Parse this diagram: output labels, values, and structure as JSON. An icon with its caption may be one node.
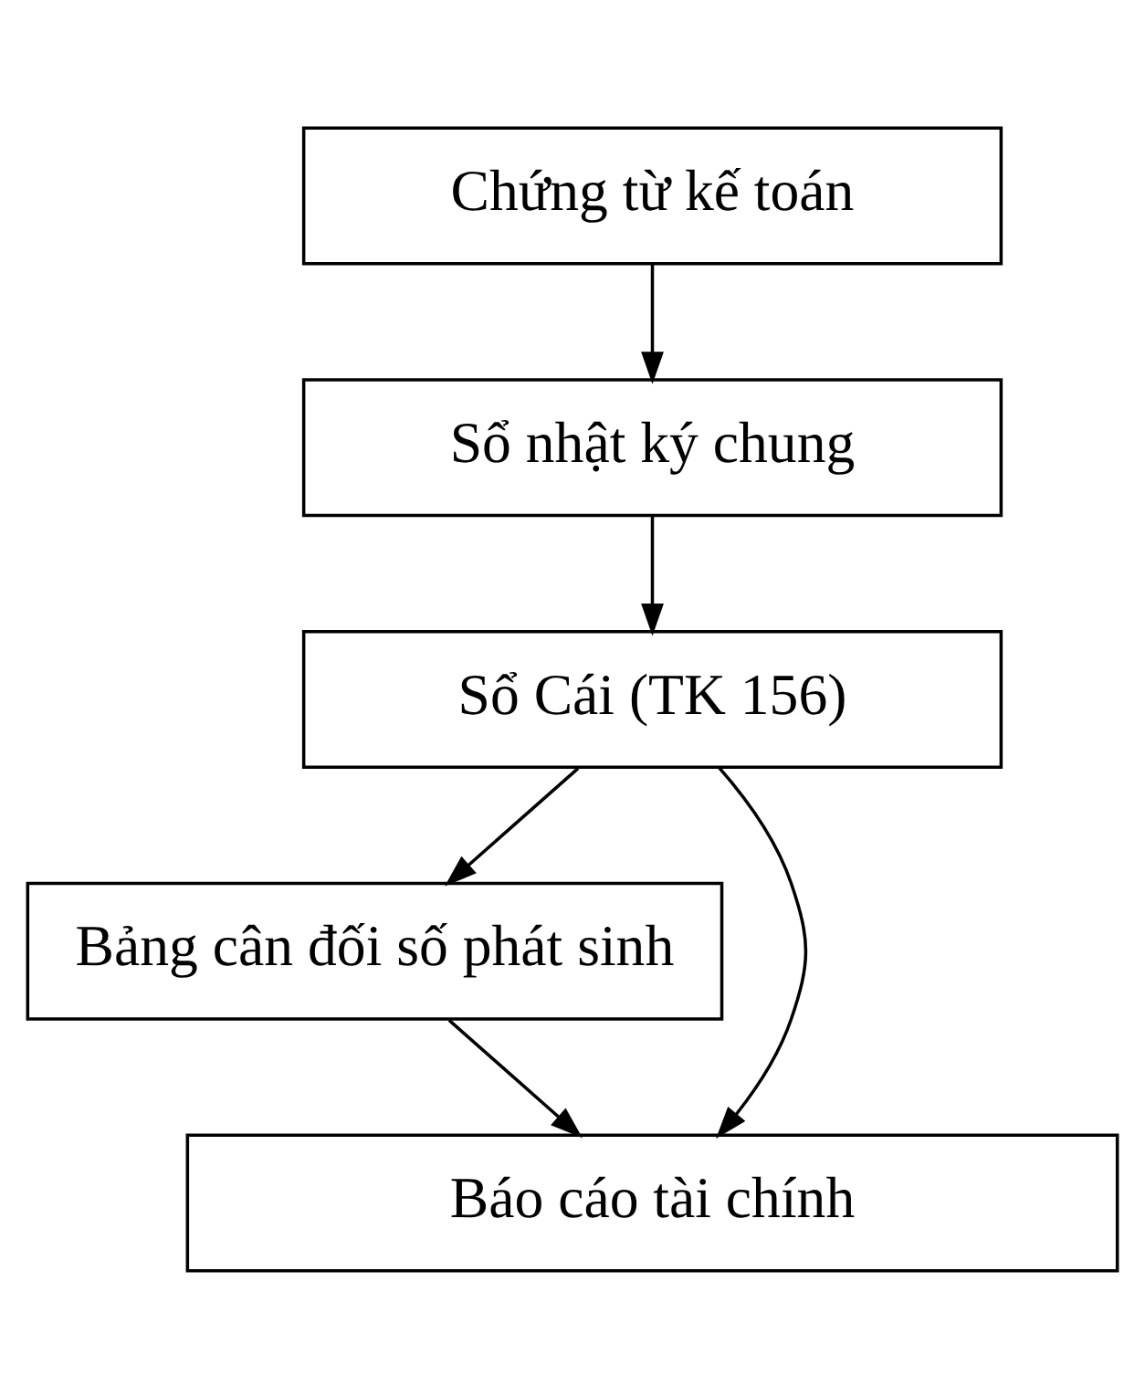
{
  "diagram": {
    "nodes": [
      {
        "text": [
          "Chứng từ kế toán"
        ]
      },
      {
        "text": [
          "Sổ nhật ký chung"
        ]
      },
      {
        "text": [
          "Sổ Cái (TK 156)"
        ]
      },
      {
        "text": [
          "Bảng cân đối số phát sinh"
        ]
      },
      {
        "text": [
          "Báo cáo tài chính"
        ]
      }
    ],
    "edges": [
      {
        "from": 0,
        "to": 1,
        "arrow": "to"
      },
      {
        "from": 1,
        "to": 2,
        "arrow": "to"
      },
      {
        "from": 2,
        "to": 4,
        "arrow": "to"
      },
      {
        "from": 2,
        "to": 3,
        "arrow": "to"
      },
      {
        "from": 3,
        "to": 4,
        "arrow": "to"
      }
    ]
  }
}
